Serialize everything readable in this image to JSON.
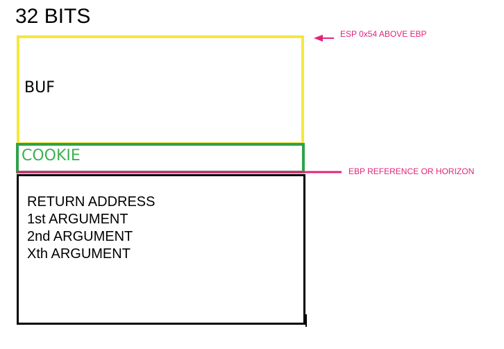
{
  "title": "32 BITS",
  "blocks": {
    "buf": {
      "label": "BUF",
      "color": "#f5e83a"
    },
    "cookie": {
      "label": "COOKIE",
      "color": "#2fa24a"
    },
    "stack": {
      "items": [
        "RETURN ADDRESS",
        "1st ARGUMENT",
        "2nd ARGUMENT",
        "Xth ARGUMENT"
      ],
      "color": "#000000"
    }
  },
  "annotations": {
    "esp": "ESP 0x54 ABOVE EBP",
    "ebp": "EBP REFERENCE OR HORIZON"
  },
  "colors": {
    "annotation": "#e0247a"
  }
}
